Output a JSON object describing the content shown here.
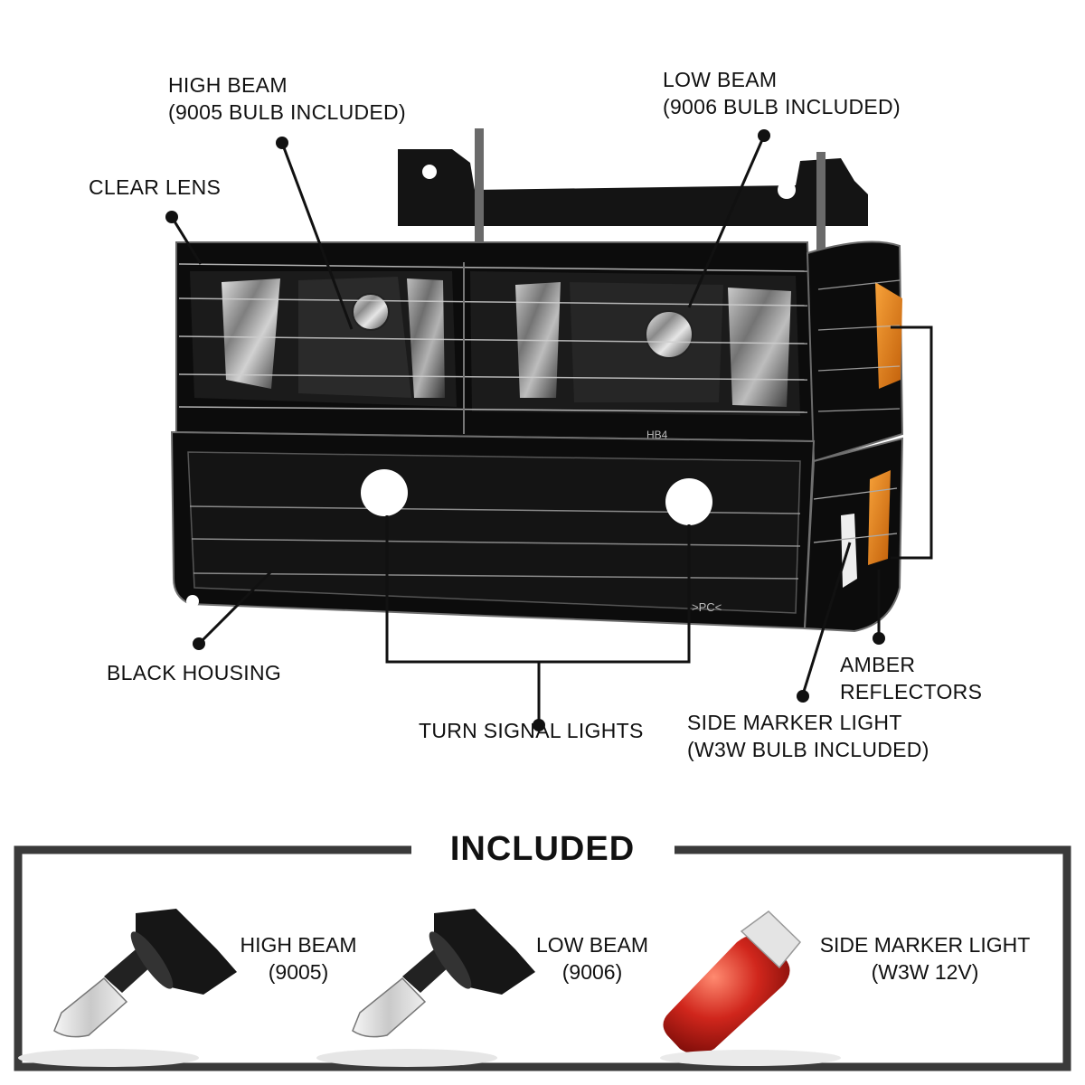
{
  "callouts": {
    "high_beam": {
      "line1": "HIGH BEAM",
      "line2": "(9005 BULB INCLUDED)"
    },
    "low_beam": {
      "line1": "LOW BEAM",
      "line2": "(9006 BULB INCLUDED)"
    },
    "clear_lens": {
      "line1": "CLEAR LENS"
    },
    "black_housing": {
      "line1": "BLACK HOUSING"
    },
    "turn_signal": {
      "line1": "TURN SIGNAL LIGHTS"
    },
    "amber_reflectors": {
      "line1": "AMBER",
      "line2": "REFLECTORS"
    },
    "side_marker": {
      "line1": "SIDE MARKER LIGHT",
      "line2": "(W3W BULB INCLUDED)"
    }
  },
  "lens_markings": {
    "hb4": "HB4",
    "pc": ">PC<"
  },
  "included": {
    "title": "INCLUDED",
    "items": [
      {
        "line1": "HIGH BEAM",
        "line2": "(9005)"
      },
      {
        "line1": "LOW BEAM",
        "line2": "(9006)"
      },
      {
        "line1": "SIDE MARKER LIGHT",
        "line2": "(W3W 12V)"
      }
    ]
  },
  "colors": {
    "housing": "#0c0c0c",
    "amber": "#e07a10",
    "frame": "#3a3a3a",
    "bulb_red": "#d0261c"
  }
}
